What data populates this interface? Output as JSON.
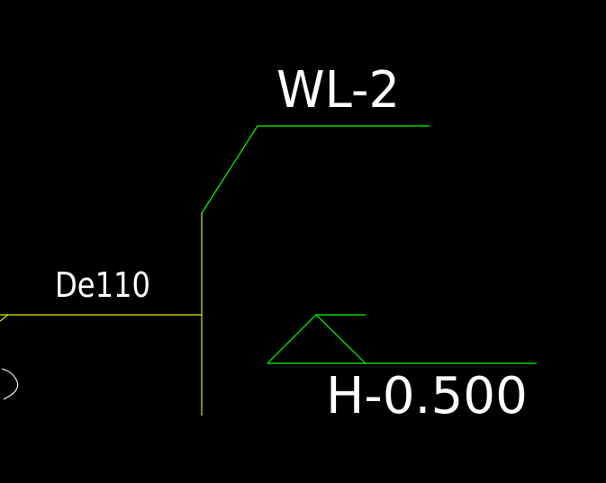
{
  "canvas": {
    "background": "#000000"
  },
  "colors": {
    "pipe": "#e6e600",
    "leader": "#00ff00",
    "text": "#ffffff"
  },
  "labels": {
    "pipe_diameter": "De110",
    "pipe_tag": "WL-2",
    "elevation": "H-0.500"
  }
}
